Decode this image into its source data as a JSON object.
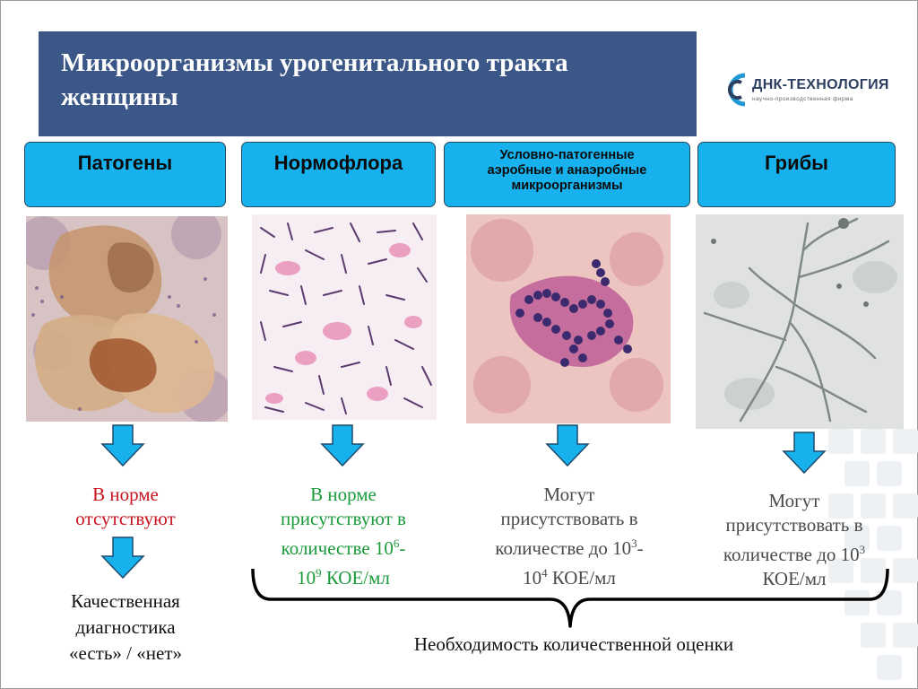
{
  "slide": {
    "title_line1": "Микроорганизмы урогенитального тракта",
    "title_line2": "женщины"
  },
  "logo": {
    "name": "ДНК-ТЕХНОЛОГИЯ",
    "tagline": "научно-производственная фирма",
    "icon": "dna-technology-logo-icon"
  },
  "categories": {
    "pathogens": "Патогены",
    "normoflora": "Нормофлора",
    "opportunistic_line1": "Условно-патогенные",
    "opportunistic_line2": "аэробные и анаэробные",
    "opportunistic_line3": "микроорганизмы",
    "fungi": "Грибы"
  },
  "descriptions": {
    "pathogens_line1": "В норме",
    "pathogens_line2": "отсутствуют",
    "normoflora_line1": "В норме",
    "normoflora_line2": "присутствуют в",
    "normoflora_line3a": "количестве 10",
    "normoflora_line3_sup": "6",
    "normoflora_line3b": "-",
    "normoflora_line4a": "10",
    "normoflora_line4_sup": "9",
    "normoflora_line4b": " КОЕ/мл",
    "opportunistic_line1": "Могут",
    "opportunistic_line2": "присутствовать в",
    "opportunistic_line3a": "количестве до 10",
    "opportunistic_line3_sup": "3",
    "opportunistic_line3b": "-",
    "opportunistic_line4a": "10",
    "opportunistic_line4_sup": "4",
    "opportunistic_line4b": " КОЕ/мл",
    "fungi_line1": "Могут",
    "fungi_line2": "присутствовать в",
    "fungi_line3a": "количестве до 10",
    "fungi_line3_sup": "3",
    "fungi_line4": "КОЕ/мл"
  },
  "diagnostics": {
    "line1": "Качественная",
    "line2": "диагностика",
    "line3": "«есть» / «нет»"
  },
  "brace_label": "Необходимость количественной оценки",
  "colors": {
    "title_bg": "#3b5787",
    "category_bg": "#17b2ee",
    "arrow": "#17b2ee",
    "pathogen_text": "#c8131f",
    "normoflora_text": "#1a9a3a",
    "opportunistic_text": "#4a4a4a"
  },
  "icons": [
    "arrow-down-icon"
  ]
}
